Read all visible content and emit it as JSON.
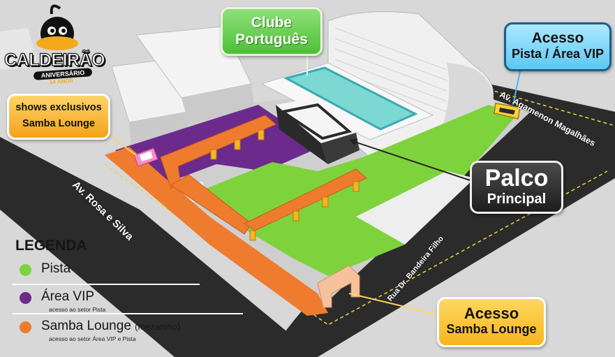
{
  "logo": {
    "title": "CALDEIRÃO",
    "subtitle": "ANIVERSÁRIO",
    "years": "14 ANOS"
  },
  "callouts": {
    "clube": {
      "line1": "Clube",
      "line2": "Português"
    },
    "acesso_vip": {
      "line1": "Acesso",
      "line2": "Pista / Área VIP"
    },
    "shows": {
      "line1": "shows exclusivos",
      "line2": "Samba Lounge"
    },
    "palco": {
      "line1": "Palco",
      "line2": "Principal"
    },
    "acesso_samba": {
      "line1": "Acesso",
      "line2": "Samba Lounge"
    }
  },
  "roads": {
    "rosa": "Av. Rosa e Silva",
    "agamenon": "Av. Agamenon Magalhães",
    "bandeira": "Rua Dr. Bandeira Filho"
  },
  "legend": {
    "title": "LEGENDA",
    "items": [
      {
        "label": "Pista",
        "extra": "",
        "note": "",
        "color": "#7ed33c"
      },
      {
        "label": "Área VIP",
        "extra": "",
        "note": "acesso ao setor Pista",
        "color": "#6b2a8c"
      },
      {
        "label": "Samba Lounge",
        "extra": "(mezanino)",
        "note": "acesso ao setor Área VIP e Pista",
        "color": "#ef7c2e"
      }
    ]
  },
  "colors": {
    "pista": "#7ed33c",
    "area_vip": "#6b2a8c",
    "samba_lounge": "#ef7c2e",
    "street": "#2a2a2a",
    "building": "#e8e8e8",
    "pool": "#7cd8d2"
  }
}
